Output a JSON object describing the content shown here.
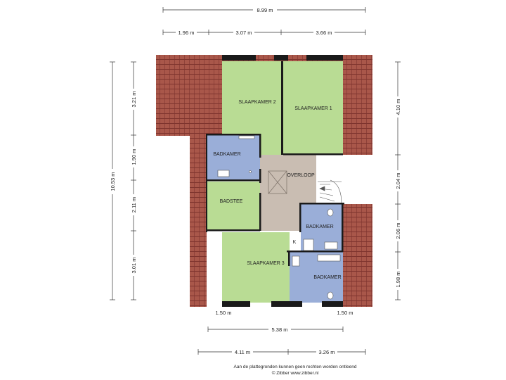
{
  "dimensions": {
    "top_total": "8.99 m",
    "top_segments": [
      "1.96 m",
      "3.07 m",
      "3.66 m"
    ],
    "left_total": "10.53 m",
    "left_segments": [
      "3.21 m",
      "1.90 m",
      "2.11 m",
      "3.01 m"
    ],
    "right_segments": [
      "4.10 m",
      "2.04 m",
      "2.06 m",
      "1.98 m"
    ],
    "bottom_small_left": "1.50 m",
    "bottom_small_right": "1.50 m",
    "bottom_total": "5.38 m",
    "bottom_segments": [
      "4.11 m",
      "3.26 m"
    ]
  },
  "rooms": {
    "slaapkamer_2": "SLAAPKAMER 2",
    "slaapkamer_1": "SLAAPKAMER 1",
    "badkamer_top": "BADKAMER",
    "overloop": "OVERLOOP",
    "badstee": "BADSTEE",
    "badkamer_mid": "BADKAMER",
    "kast": "K",
    "slaapkamer_3": "SLAAPKAMER 3",
    "badkamer_bottom": "BADKAMER"
  },
  "footer": {
    "disclaimer": "Aan de plattegronden kunnen geen rechten worden ontleend",
    "copyright": "© Zibber www.zibber.nl"
  },
  "colors": {
    "roof": "#b05c4e",
    "bedroom": "#b9dc94",
    "bathroom": "#9aaed8",
    "landing": "#c9bdb2",
    "wall": "#1a1a1a"
  }
}
